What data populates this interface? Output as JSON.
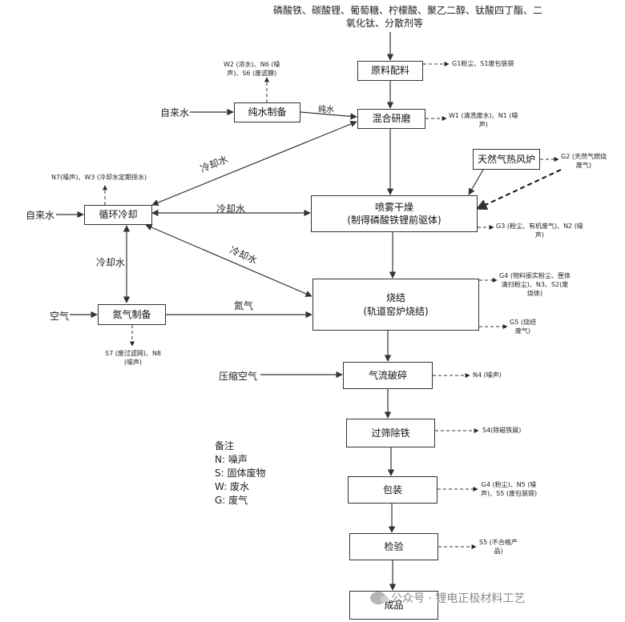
{
  "top_inputs": [
    "磷酸铁、碳酸锂、葡萄糖、柠檬酸、聚乙二醇、钛酸四丁酯、二",
    "氧化钛、分散剂等"
  ],
  "boxes": {
    "raw": "原料配料",
    "pure_water": "纯水制备",
    "mixing": "混合研磨",
    "gas_stove": "天然气热风炉",
    "spray_line1": "喷雾干燥",
    "spray_line2": "(制得磷酸铁锂前驱体)",
    "cooling": "循环冷却",
    "nitrogen": "氮气制备",
    "sinter_line1": "烧结",
    "sinter_line2": "(轨道窑炉烧结)",
    "airflow": "气流破碎",
    "sieve": "过筛除铁",
    "pack": "包装",
    "inspect": "检验",
    "product": "成品"
  },
  "inputs": {
    "tap1": "自来水",
    "tap2": "自来水",
    "air": "空气",
    "compressed": "压缩空气"
  },
  "flow_labels": {
    "pure": "纯水",
    "cool1": "冷却水",
    "cool2": "冷却水",
    "cool3": "冷却水",
    "cool4": "冷却水",
    "nitrogen": "氮气"
  },
  "emissions": {
    "w2_line1": "W2 (浓水)、N6 (噪",
    "w2_line2": "声)、S6 (废滤膜)",
    "g1": "G1粉尘、S1废包装袋",
    "w1_line1": "W1 (清洗废水)、N1 (噪",
    "w1_line2": "声)",
    "g2_line1": "G2 (天然气燃烧",
    "g2_line2": "废气)",
    "n7": "N7(噪声)、W3 (冷却水定期排水)",
    "g3_line1": "G3 (粉尘、有机废气)、N2 (噪",
    "g3_line2": "声)",
    "g4a_line1": "G4 (物料振实粉尘、匣体",
    "g4a_line2": "清扫粉尘)、N3、S2(废",
    "g4a_line3": "烧体)",
    "g5_line1": "G5 (烧结",
    "g5_line2": "废气)",
    "s7_line1": "S7 (废过滤网)、N8",
    "s7_line2": "(噪声)",
    "n4": "N4 (噪声)",
    "s4": "S4(除磁铁屑)",
    "g4b_line1": "G4 (粉尘)、N5 (噪",
    "g4b_line2": "声)、S5 (废包装袋)",
    "s5_line1": "S5 (不合格产",
    "s5_line2": "品)"
  },
  "legend": {
    "title": "备注",
    "n": "N: 噪声",
    "s": "S: 固体废物",
    "w": "W: 废水",
    "g": "G: 废气"
  },
  "watermark": "公众号 · 锂电正极材料工艺"
}
